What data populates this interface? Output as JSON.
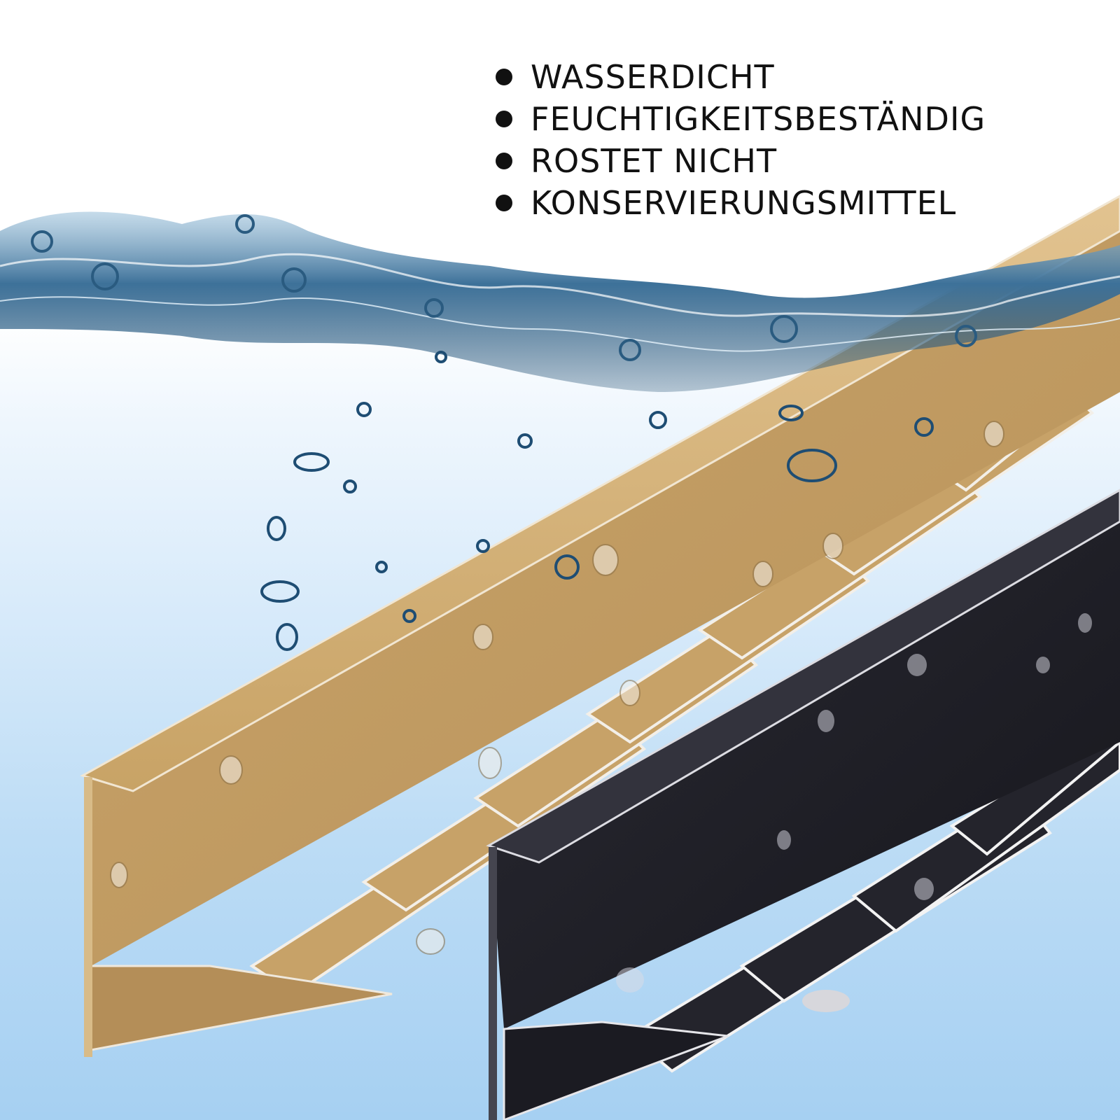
{
  "features": [
    "WASSERDICHT",
    "FEUCHTIGKEITSBESTÄNDIG",
    "ROSTET NICHT",
    "KONSERVIERUNGSMITTEL"
  ],
  "colors": {
    "gold_profile": "#c9a56a",
    "black_profile": "#1f1f26",
    "water_blue": "#2d5f86",
    "text": "#111111"
  }
}
